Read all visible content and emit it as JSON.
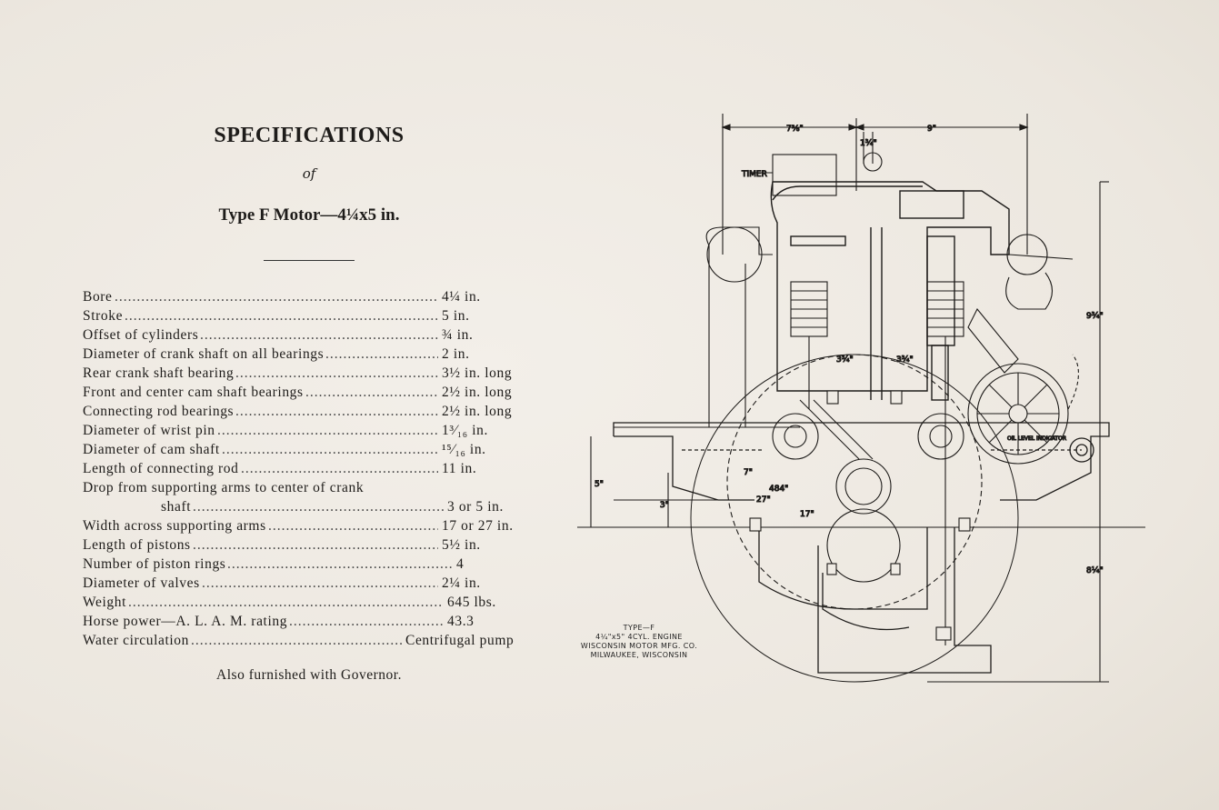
{
  "heading": {
    "title": "SPECIFICATIONS",
    "of": "of",
    "subtitle": "Type F Motor—4¼x5 in."
  },
  "specs": [
    {
      "label": "Bore",
      "value": "4¼ in."
    },
    {
      "label": "Stroke",
      "value": "5 in."
    },
    {
      "label": "Offset of cylinders",
      "value": "¾ in."
    },
    {
      "label": "Diameter of crank shaft on all bearings",
      "value": "2 in."
    },
    {
      "label": "Rear crank shaft bearing",
      "value": "3½ in. long"
    },
    {
      "label": "Front and center cam shaft bearings",
      "value": "2½ in. long"
    },
    {
      "label": "Connecting rod bearings",
      "value": "2½ in. long"
    },
    {
      "label": "Diameter of wrist pin",
      "value": "1³⁄₁₆ in."
    },
    {
      "label": "Diameter of cam shaft",
      "value": "¹⁵⁄₁₆ in."
    },
    {
      "label": "Length of connecting rod",
      "value": "11 in."
    },
    {
      "label": "Drop from supporting arms to center of crank",
      "value": ""
    },
    {
      "label": "shaft",
      "value": "3 or 5 in."
    },
    {
      "label": "Width across supporting arms",
      "value": "17 or 27 in."
    },
    {
      "label": "Length of pistons",
      "value": "5½ in."
    },
    {
      "label": "Number of piston rings",
      "value": "4"
    },
    {
      "label": "Diameter of valves",
      "value": "2¼ in."
    },
    {
      "label": "Weight",
      "value": "645 lbs."
    },
    {
      "label": "Horse power—A. L. A. M. rating",
      "value": "43.3"
    },
    {
      "label": "Water circulation",
      "value": "Centrifugal pump"
    }
  ],
  "note": "Also furnished with Governor.",
  "drawing": {
    "dims": {
      "top_left": "7⅜\"",
      "top_right": "9\"",
      "top_small": "1¾\"",
      "timer": "TIMER",
      "right_upper": "9¾\"",
      "right_lower": "8¼\"",
      "left_5": "5\"",
      "left_3": "3\"",
      "d_27": "27\"",
      "d_17": "17\"",
      "d_7": "7\"",
      "d_484": "484\"",
      "d_34a": "3¾\"",
      "d_34b": "3¾\"",
      "oil_level": "OIL LEVEL INDICATOR"
    },
    "caption": [
      "TYPE—F",
      "4¼\"x5\" 4CYL. ENGINE",
      "WISCONSIN MOTOR MFG. CO.",
      "MILWAUKEE, WISCONSIN"
    ]
  }
}
